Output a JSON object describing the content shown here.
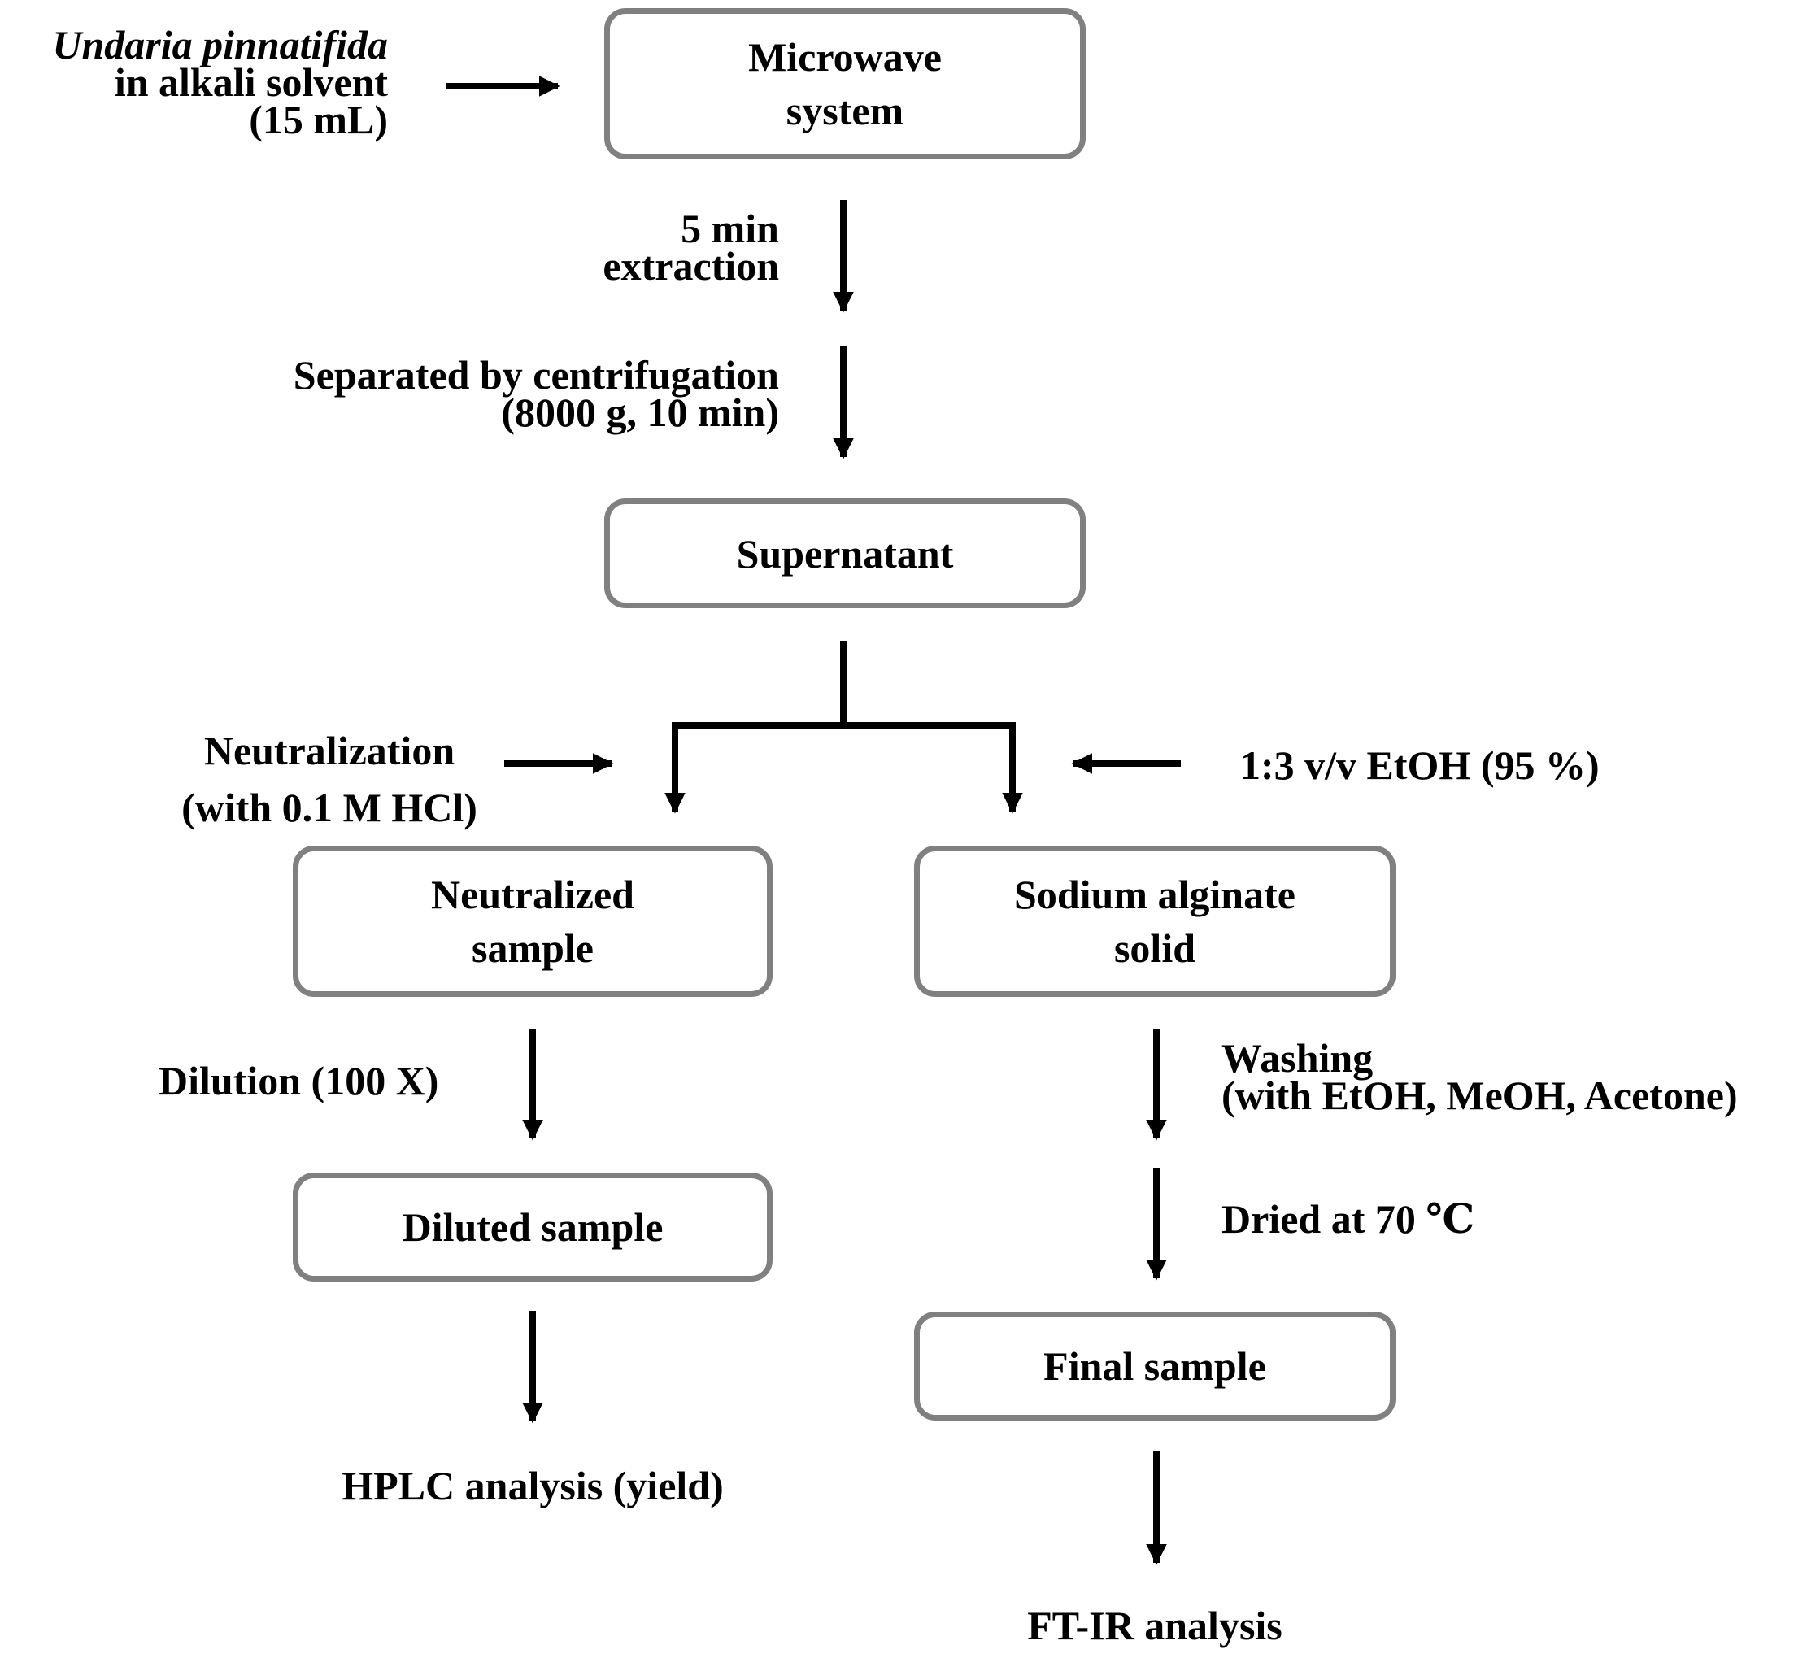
{
  "colors": {
    "box_border": "#808080",
    "arrow": "#000000",
    "text": "#000000"
  },
  "input": {
    "species": "Undaria pinnatifida",
    "solvent": "in alkali solvent",
    "volume": "(15 mL)"
  },
  "boxes": {
    "microwave": {
      "line1": "Microwave",
      "line2": "system"
    },
    "supernatant": {
      "line1": "Supernatant"
    },
    "neutralized": {
      "line1": "Neutralized",
      "line2": "sample"
    },
    "sodium_alginate": {
      "line1": "Sodium alginate",
      "line2": "solid"
    },
    "diluted": {
      "line1": "Diluted sample"
    },
    "final": {
      "line1": "Final sample"
    }
  },
  "steps": {
    "extraction": {
      "line1": "5 min",
      "line2": "extraction"
    },
    "centrifugation": {
      "line1": "Separated by centrifugation",
      "line2": "(8000 g, 10 min)"
    },
    "neutralization": {
      "line1": "Neutralization",
      "line2": "(with 0.1 M HCl)"
    },
    "ethanol": {
      "line1": "1:3 v/v EtOH (95 %)"
    },
    "dilution": {
      "line1": "Dilution (100 X)"
    },
    "washing": {
      "line1": "Washing",
      "line2": "(with EtOH, MeOH, Acetone)"
    },
    "drying": {
      "line1": "Dried at 70 ℃"
    }
  },
  "outputs": {
    "hplc": "HPLC analysis (yield)",
    "ftir": "FT-IR analysis"
  }
}
